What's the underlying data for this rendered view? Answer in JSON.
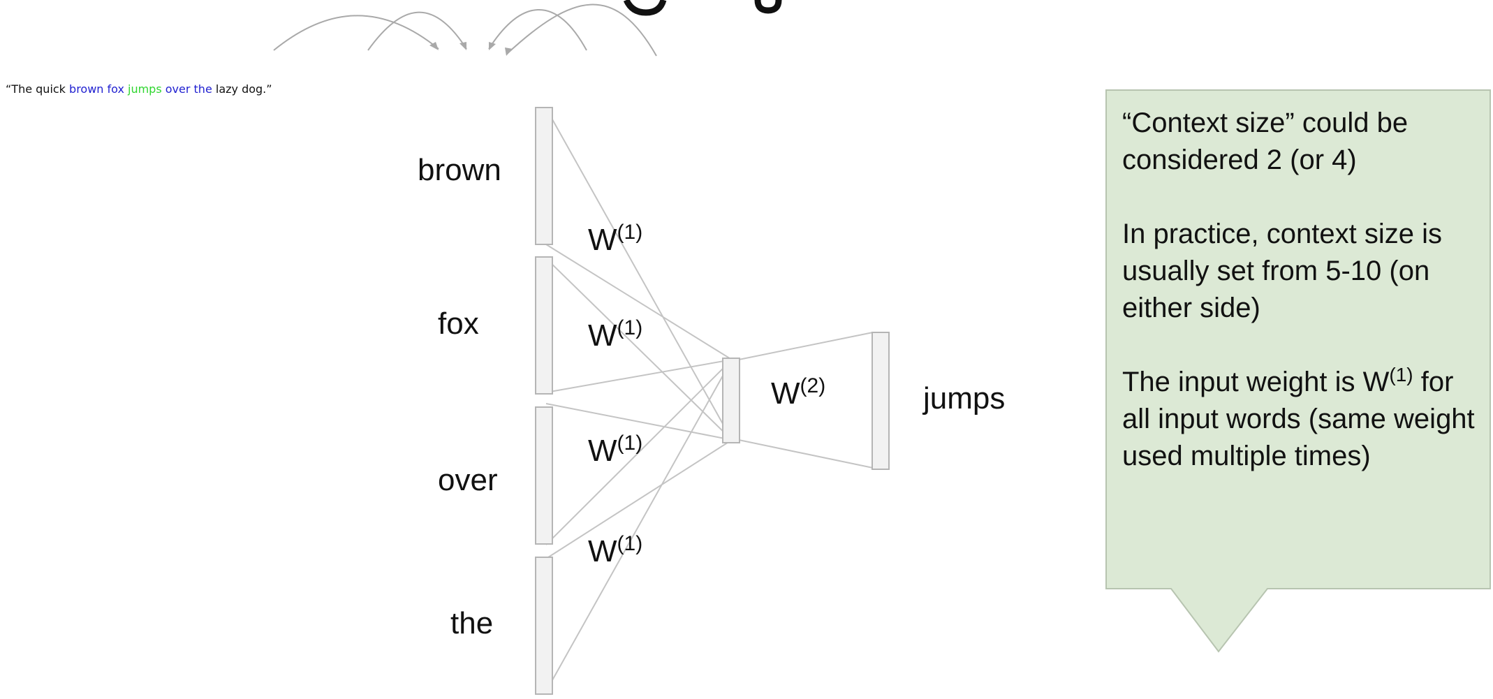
{
  "sentence": {
    "open_quote": "“",
    "w1": "The quick ",
    "w2": "brown fox ",
    "w3": "jumps",
    "w4": " over the",
    "w5": " lazy dog.",
    "close_quote": "”"
  },
  "colors": {
    "plain": "#111111",
    "context": "#1f1fd0",
    "target": "#2fd62f",
    "layer_fill": "#f2f2f2",
    "layer_stroke": "#b5b5b5",
    "callout_fill": "#dce9d5",
    "callout_stroke": "#b7c4b0"
  },
  "network": {
    "inputs": [
      "brown",
      "fox",
      "over",
      "the"
    ],
    "output": "jumps",
    "weight_input": {
      "base": "W",
      "sup": "(1)"
    },
    "weight_output": {
      "base": "W",
      "sup": "(2)"
    }
  },
  "callout": {
    "p1": "“Context size” could be considered 2 (or 4)",
    "p2": "In practice, context size is usually set from 5-10 (on either side)",
    "p3_main": "The input weight is W",
    "p3_sup": "(1)",
    "p3_rest": " for all input words (same weight used multiple times)"
  }
}
